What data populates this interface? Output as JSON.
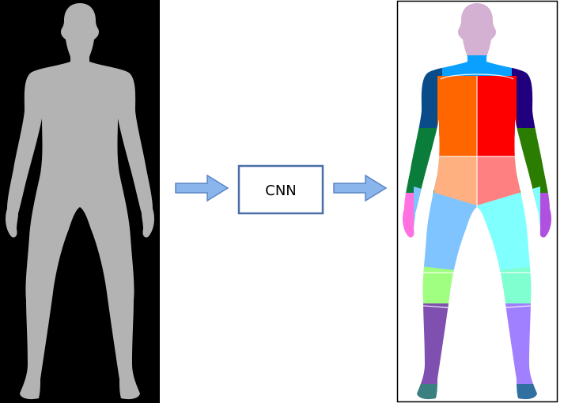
{
  "diagram": {
    "process_label": "CNN",
    "input_panel": {
      "background": "#000000",
      "silhouette_color": "#b3b3b3"
    },
    "arrow_color": "#8ab4ec",
    "arrow_stroke": "#5b86c5",
    "box_border": "#4a6fa8",
    "output_panel": {
      "border": "#000000",
      "segments": [
        {
          "part": "head",
          "color": "#d4b0d2"
        },
        {
          "part": "neck",
          "color": "#0aa0ff"
        },
        {
          "part": "upper-arm-right-side-of-image-left",
          "color": "#0a4c8a"
        },
        {
          "part": "upper-arm-left-side-of-image-right",
          "color": "#20007e"
        },
        {
          "part": "chest-left",
          "color": "#ff6600"
        },
        {
          "part": "chest-right",
          "color": "#ff0000"
        },
        {
          "part": "lower-arm-left",
          "color": "#0a7d3a"
        },
        {
          "part": "lower-arm-right",
          "color": "#2a7d00"
        },
        {
          "part": "abdomen-left",
          "color": "#ffb080"
        },
        {
          "part": "abdomen-right",
          "color": "#ff8080"
        },
        {
          "part": "hand-left",
          "color": "#ff70e0"
        },
        {
          "part": "hand-right",
          "color": "#b050e0"
        },
        {
          "part": "thigh-left",
          "color": "#80c4ff"
        },
        {
          "part": "thigh-right",
          "color": "#80ffff"
        },
        {
          "part": "knee-left",
          "color": "#a0ff80"
        },
        {
          "part": "knee-right",
          "color": "#80ffd0"
        },
        {
          "part": "shin-left",
          "color": "#8050b0"
        },
        {
          "part": "shin-right",
          "color": "#a080ff"
        },
        {
          "part": "foot-left",
          "color": "#3a8080"
        },
        {
          "part": "foot-right",
          "color": "#3070a0"
        }
      ]
    }
  }
}
